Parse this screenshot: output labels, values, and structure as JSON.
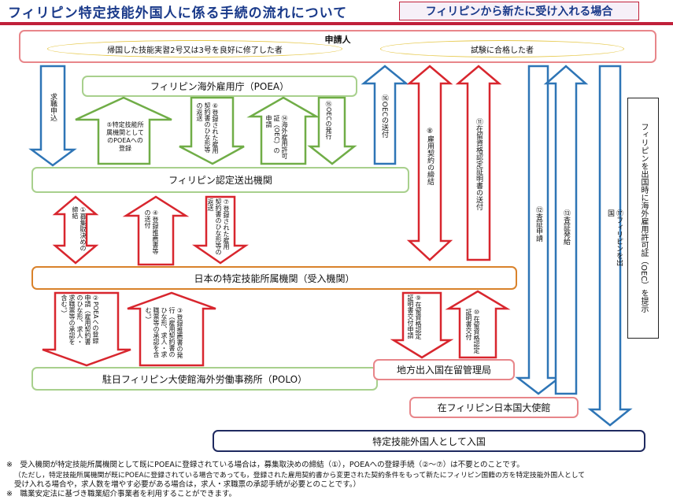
{
  "title": "フィリピン特定技能外国人に係る手続の流れについて",
  "subtitle": "フィリピンから新たに受け入れる場合",
  "boxes": {
    "applicant": "申請人",
    "oval_left": "帰国した技能実習2号又は3号を良好に修了した者",
    "oval_right": "試験に合格した者",
    "poea": "フィリピン海外雇用庁（POEA）",
    "agency": "フィリピン認定送出機関",
    "host": "日本の特定技能所属機関（受入機関）",
    "polo": "駐日フィリピン大使館海外労働事務所（POLO）",
    "immigration": "地方出入国在留管理局",
    "embassy": "在フィリピン日本国大使館",
    "entry": "特定技能外国人として入国"
  },
  "arrow_labels": {
    "job_apply": "求職申込",
    "s5": "⑤特定技能所属機関としてのPOEAへの登録",
    "s6": "⑥登録された雇用契約書のひな形等の返送",
    "s14": "⑭海外雇用許可証（OEC）の申請",
    "s15": "⑮OECの発行",
    "s16": "⑯OECの送付",
    "s8": "⑧雇用契約の締結",
    "s11": "⑪在留資格認定証明書の送付",
    "s12": "⑫査証申請",
    "s13": "⑬査証発給",
    "s17": "⑰フィリピンを出国",
    "s1": "①募集取決めの締結",
    "s4": "④登録推薦書等の送付",
    "s7": "⑦登録された雇用契約書のひな形等の返送",
    "s2": "②POEAへの登録申請（雇用契約書のひな形、求人・求職票等の承認を含む。）",
    "s3": "③登録推薦書の発行（雇用契約書のひな形、求人・求職票等の承認を含む。）",
    "s9": "⑨在留資格認定証明書交付申請",
    "s10": "⑩在留資格認定証明書交付"
  },
  "side_note": "フィリピンを出国時に海外雇用許可証（OEC）を提示",
  "footnotes": [
    "※　受入機関が特定技能所属機関として既にPOEAに登録されている場合は，募集取決めの締結（①），POEAへの登録手続（②～⑦）は不要とのことです。",
    "（ただし，特定技能所属機関が既にPOEAに登録されている場合であっても，登録された雇用契約書から変更された契約条件をもって新たにフィリピン国籍の方を特定技能外国人として",
    "受け入れる場合や，求人数を増やす必要がある場合は，求人・求職票の承認手続が必要とのことです。）",
    "※　職業安定法に基づき職業紹介事業者を利用することができます。"
  ],
  "colors": {
    "title": "#1a3a8a",
    "red": "#d8262e",
    "green": "#70ad47",
    "blue": "#2e75b6",
    "navy": "#1f2a60"
  }
}
